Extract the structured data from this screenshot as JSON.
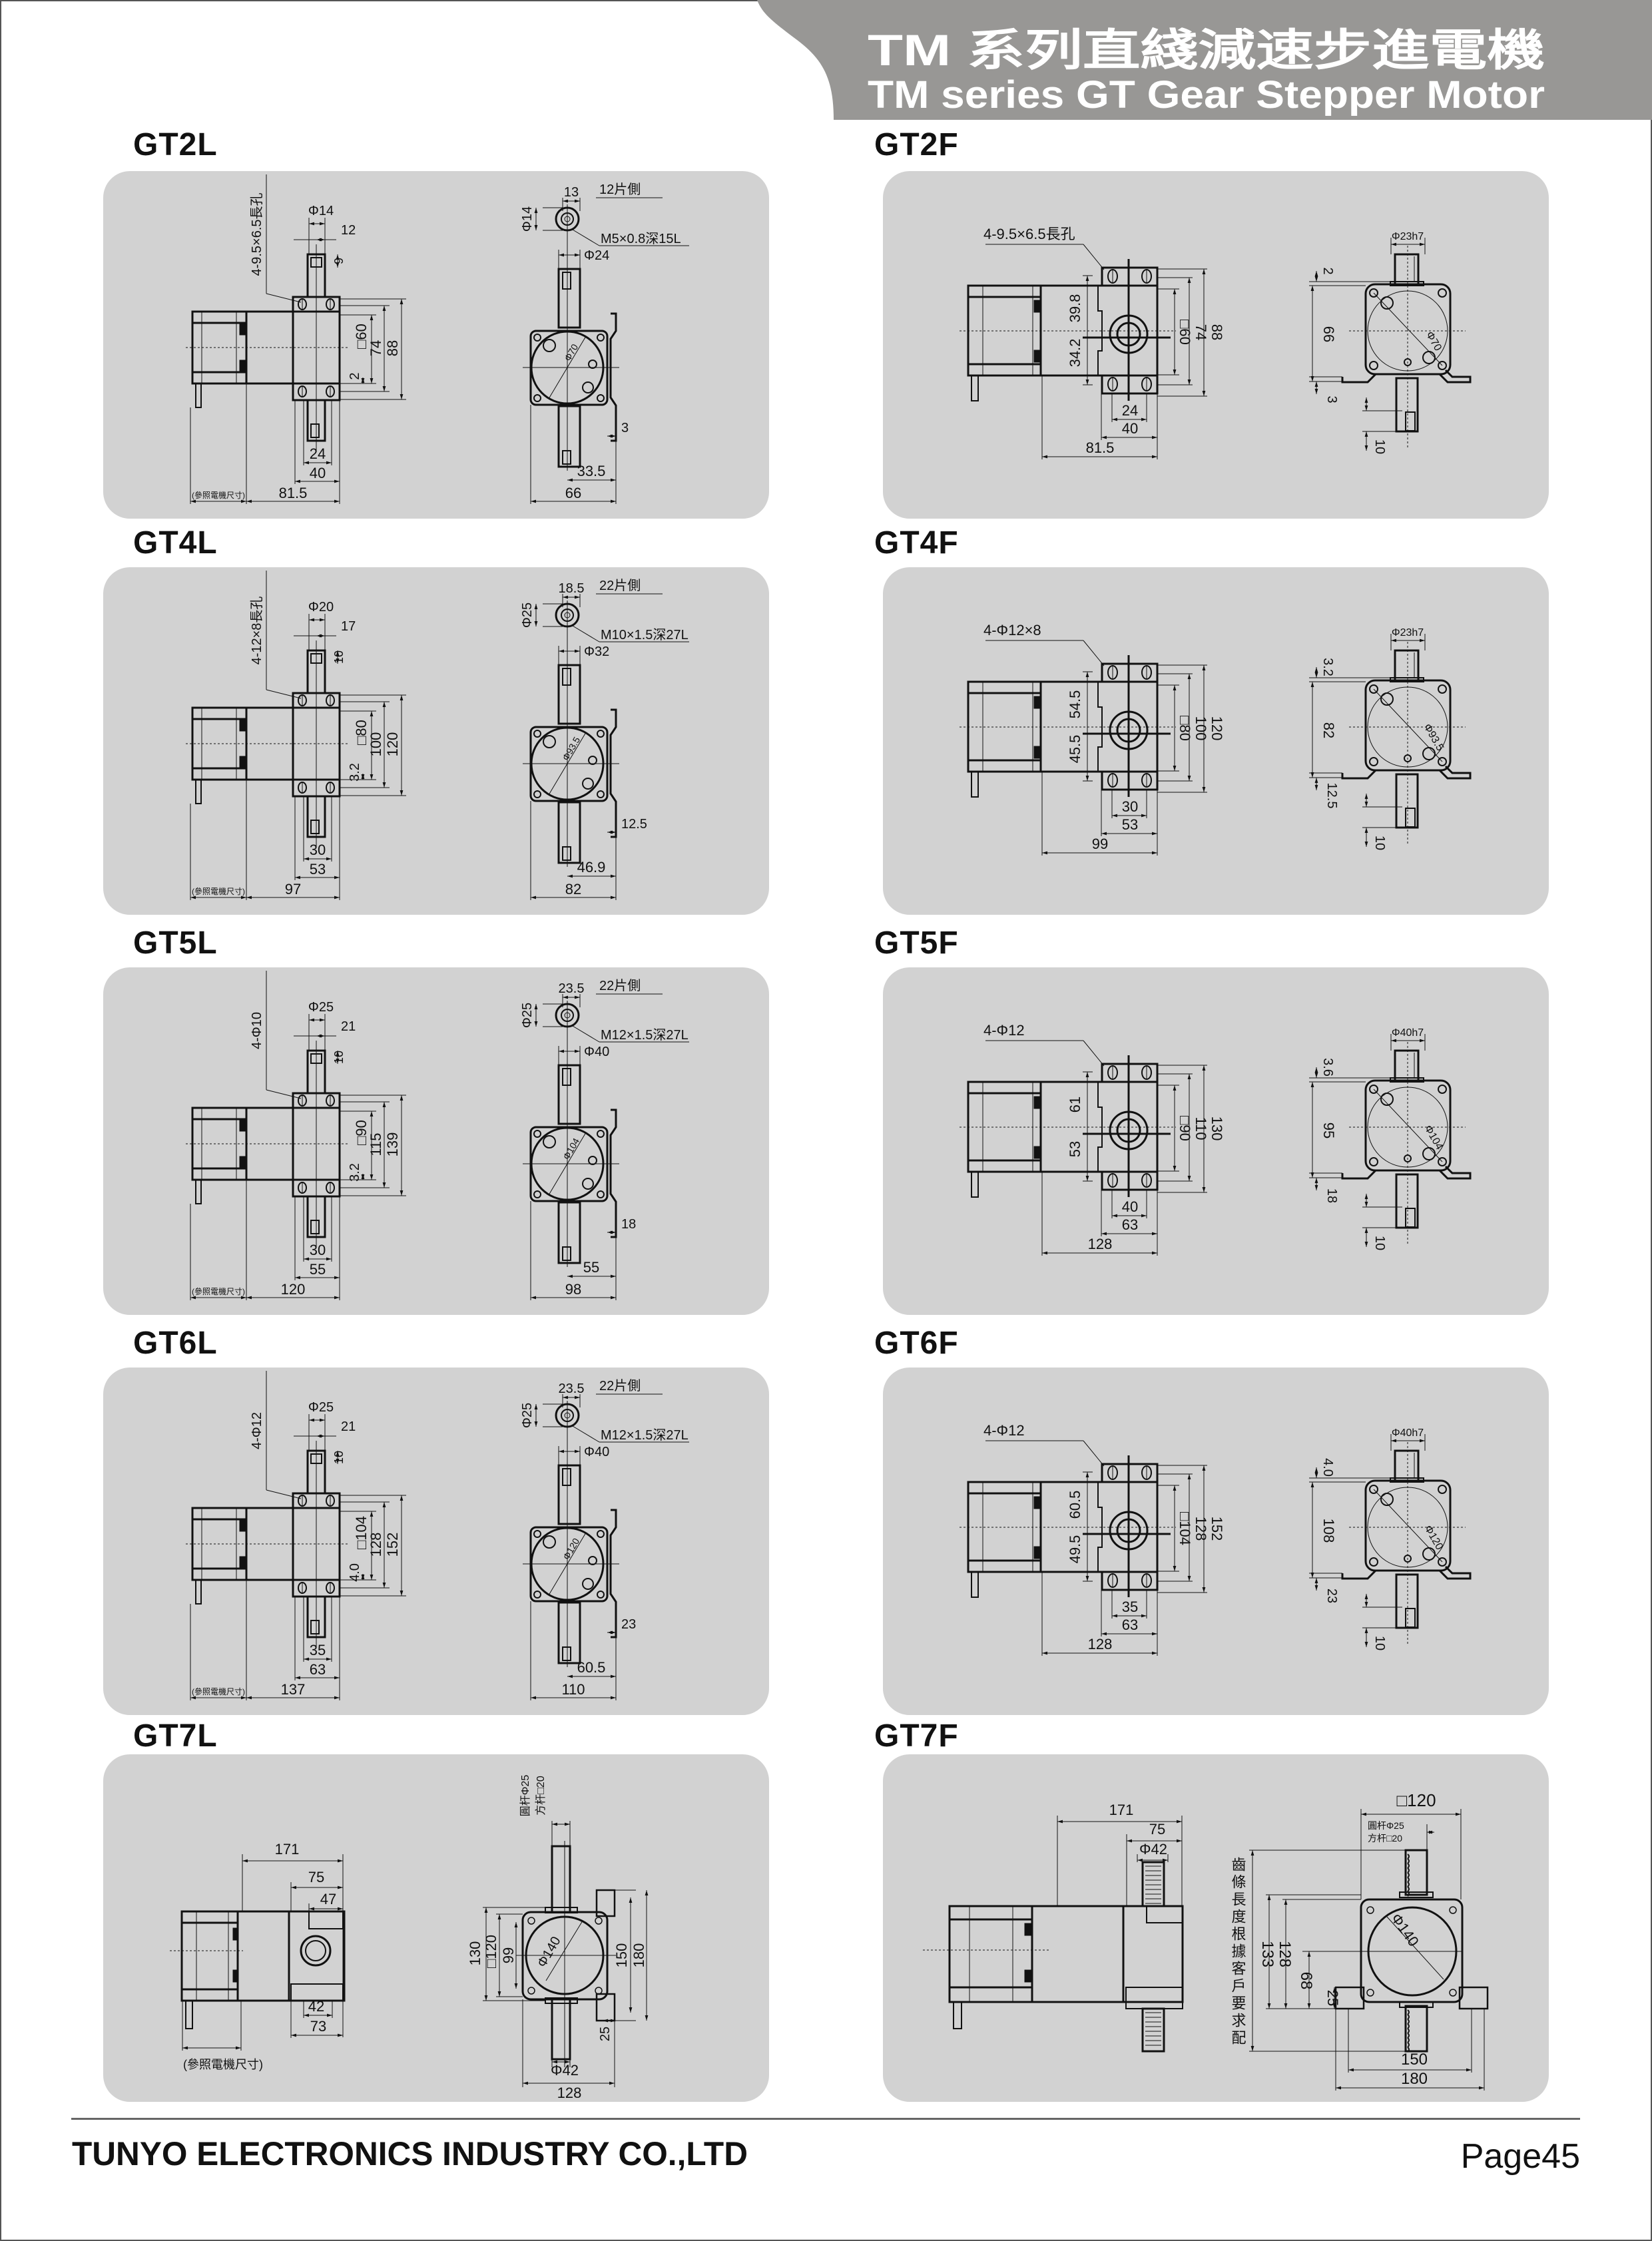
{
  "header": {
    "title_zh": "TM 系列直綫減速步進電機",
    "title_en": "TM series GT Gear Stepper  Motor"
  },
  "panels_l": [
    {
      "title": "GT2L",
      "labels": {
        "hole": "4-9.5×6.5長孔",
        "shaft_dia": "Φ14",
        "key_w": "12",
        "key_depth": "9",
        "sq": "□60",
        "pcd": "74",
        "flange": "88",
        "offset": "2",
        "w1": "24",
        "w2": "40",
        "length": "81.5",
        "motor_ref": "(參照電機尺寸)",
        "r_w": "13",
        "r_side": "12片側",
        "r_dia": "Φ14",
        "r_thread": "M5×0.8深15L",
        "r_boss": "Φ24",
        "r_circle": "Φ70",
        "r_bracket_t": "3",
        "r_half": "33.5",
        "r_total": "66"
      }
    },
    {
      "title": "GT4L",
      "labels": {
        "hole": "4-12×8長孔",
        "shaft_dia": "Φ20",
        "key_w": "17",
        "key_depth": "10",
        "sq": "□80",
        "pcd": "100",
        "flange": "120",
        "offset": "3.2",
        "w1": "30",
        "w2": "53",
        "length": "97",
        "motor_ref": "(參照電機尺寸)",
        "r_w": "18.5",
        "r_side": "22片側",
        "r_dia": "Φ25",
        "r_thread": "M10×1.5深27L",
        "r_boss": "Φ32",
        "r_circle": "Φ93.5",
        "r_bracket_t": "12.5",
        "r_half": "46.9",
        "r_total": "82"
      }
    },
    {
      "title": "GT5L",
      "labels": {
        "hole": "4-Φ10",
        "shaft_dia": "Φ25",
        "key_w": "21",
        "key_depth": "10",
        "sq": "□90",
        "pcd": "115",
        "flange": "139",
        "offset": "3.2",
        "w1": "30",
        "w2": "55",
        "length": "120",
        "motor_ref": "(參照電機尺寸)",
        "r_w": "23.5",
        "r_side": "22片側",
        "r_dia": "Φ25",
        "r_thread": "M12×1.5深27L",
        "r_boss": "Φ40",
        "r_circle": "Φ104",
        "r_bracket_t": "18",
        "r_half": "55",
        "r_total": "98"
      }
    },
    {
      "title": "GT6L",
      "labels": {
        "hole": "4-Φ12",
        "shaft_dia": "Φ25",
        "key_w": "21",
        "key_depth": "10",
        "sq": "□104",
        "pcd": "128",
        "flange": "152",
        "offset": "4.0",
        "w1": "35",
        "w2": "63",
        "length": "137",
        "motor_ref": "(參照電機尺寸)",
        "r_w": "23.5",
        "r_side": "22片側",
        "r_dia": "Φ25",
        "r_thread": "M12×1.5深27L",
        "r_boss": "Φ40",
        "r_circle": "Φ120",
        "r_bracket_t": "23",
        "r_half": "60.5",
        "r_total": "110"
      }
    }
  ],
  "panels_f": [
    {
      "title": "GT2F",
      "labels": {
        "hole": "4-9.5×6.5長孔",
        "upper": "39.8",
        "lower": "34.2",
        "sq": "□60",
        "pcd": "74",
        "flange": "88",
        "w1": "24",
        "w2": "40",
        "length": "81.5",
        "r_shaft": "Φ23h7",
        "r_top": "2",
        "r_height": "66",
        "r_circle": "Φ70",
        "r_foot": "3",
        "r_key": "10"
      }
    },
    {
      "title": "GT4F",
      "labels": {
        "hole": "4-Φ12×8",
        "upper": "54.5",
        "lower": "45.5",
        "sq": "□80",
        "pcd": "100",
        "flange": "120",
        "w1": "30",
        "w2": "53",
        "length": "99",
        "r_shaft": "Φ23h7",
        "r_top": "3.2",
        "r_height": "82",
        "r_circle": "Φ93.5",
        "r_foot": "12.5",
        "r_key": "10"
      }
    },
    {
      "title": "GT5F",
      "labels": {
        "hole": "4-Φ12",
        "upper": "61",
        "lower": "53",
        "sq": "□90",
        "pcd": "110",
        "flange": "130",
        "w1": "40",
        "w2": "63",
        "length": "128",
        "r_shaft": "Φ40h7",
        "r_top": "3.6",
        "r_height": "95",
        "r_circle": "Φ104",
        "r_foot": "18",
        "r_key": "10"
      }
    },
    {
      "title": "GT6F",
      "labels": {
        "hole": "4-Φ12",
        "upper": "60.5",
        "lower": "49.5",
        "sq": "□104",
        "pcd": "128",
        "flange": "152",
        "w1": "35",
        "w2": "63",
        "length": "128",
        "r_shaft": "Φ40h7",
        "r_top": "4.0",
        "r_height": "108",
        "r_circle": "Φ120",
        "r_foot": "23",
        "r_key": "10"
      }
    }
  ],
  "gt7l": {
    "title": "GT7L",
    "labels": {
      "d171": "171",
      "d75": "75",
      "d47": "47",
      "d42": "42",
      "d73": "73",
      "motor_ref": "(參照電機尺寸)",
      "rod_round": "圓杆Φ25",
      "rod_square": "方杆□20",
      "h130": "130",
      "sq120": "□120",
      "h99": "99",
      "h150": "150",
      "h180": "180",
      "d25": "25",
      "shaft": "Φ42",
      "w128": "128",
      "circle": "Φ140"
    }
  },
  "gt7f": {
    "title": "GT7F",
    "labels": {
      "d171": "171",
      "d75": "75",
      "shaft": "Φ42",
      "note": "齒條長度根據客戶要求配",
      "h133": "133",
      "h128": "128",
      "h68": "68",
      "d25": "25",
      "sq120": "□120",
      "rod_round": "圓杆Φ25",
      "rod_square": "方杆□20",
      "circle": "Φ140",
      "w150": "150",
      "w180": "180"
    }
  },
  "footer": {
    "company": "TUNYO ELECTRONICS INDUSTRY CO.,LTD",
    "page_label": "Page",
    "page_number": "45"
  }
}
